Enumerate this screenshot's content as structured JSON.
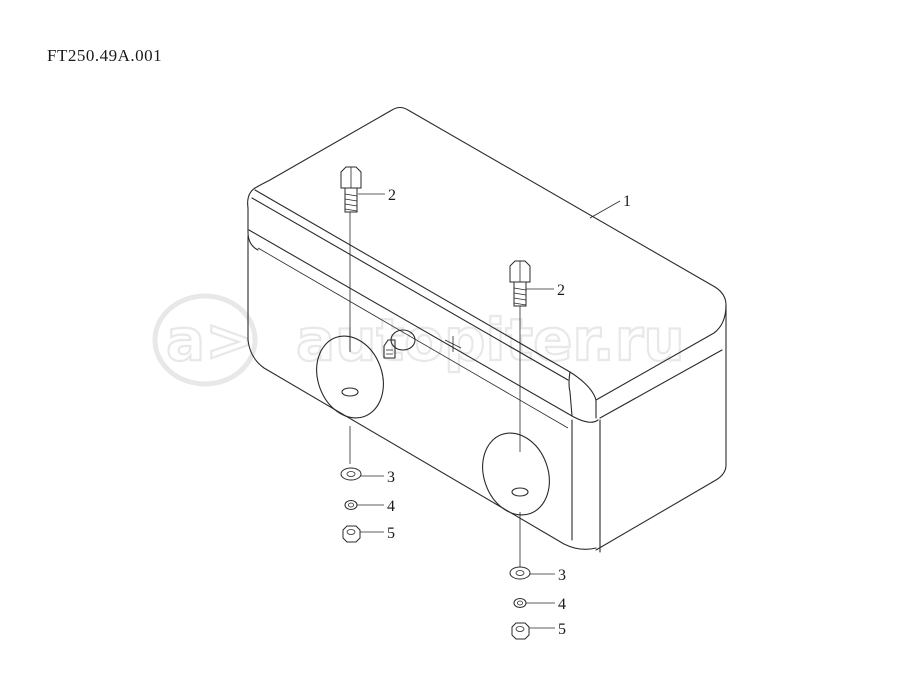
{
  "drawing": {
    "code": "FT250.49A.001",
    "watermark_brand": "autopiter.ru",
    "watermark_logo": "a>"
  },
  "callouts": [
    {
      "id": "c1",
      "text": "1"
    },
    {
      "id": "c2a",
      "text": "2"
    },
    {
      "id": "c2b",
      "text": "2"
    },
    {
      "id": "c3a",
      "text": "3"
    },
    {
      "id": "c4a",
      "text": "4"
    },
    {
      "id": "c5a",
      "text": "5"
    },
    {
      "id": "c3b",
      "text": "3"
    },
    {
      "id": "c4b",
      "text": "4"
    },
    {
      "id": "c5b",
      "text": "5"
    }
  ],
  "parts": [
    {
      "number": "1",
      "name": "tool-box"
    },
    {
      "number": "2",
      "name": "bolt"
    },
    {
      "number": "3",
      "name": "flat-washer"
    },
    {
      "number": "4",
      "name": "spring-washer"
    },
    {
      "number": "5",
      "name": "hex-nut"
    }
  ]
}
